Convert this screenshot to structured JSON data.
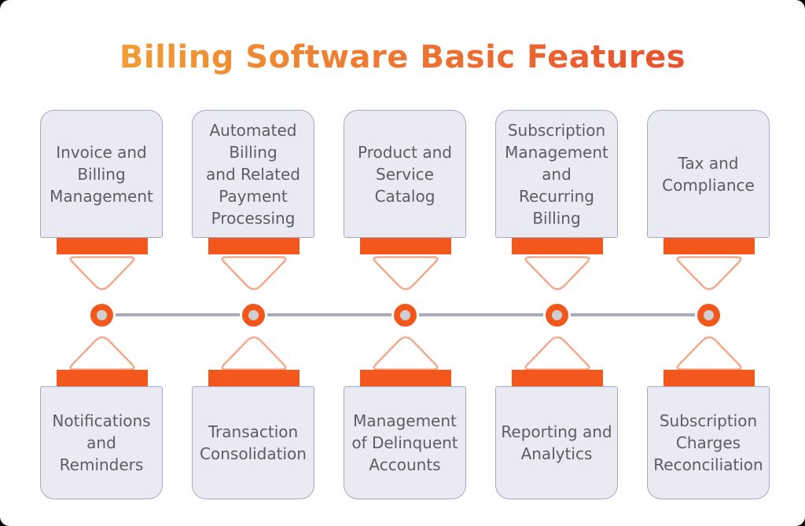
{
  "title": {
    "text": "Billing Software Basic Features"
  },
  "colors": {
    "title_gradient_from": "#F2A437",
    "title_gradient_to": "#E8512E",
    "accent_orange": "#F4571B",
    "chevron_stroke": "#F3A98B",
    "timeline_line": "#A9ACBC",
    "node_inner_gray": "#CECFD3",
    "box_fill": "#EAEBF2",
    "box_border": "#A5A9C3",
    "box_text": "#5B5D63",
    "canvas_background": "#FFFFFF"
  },
  "timeline": {
    "node_count": 5
  },
  "columns": [
    {
      "top_label": [
        "Invoice and",
        "Billing",
        "Management"
      ],
      "bottom_label": [
        "Notifications",
        "and",
        "Reminders"
      ]
    },
    {
      "top_label": [
        "Automated",
        "Billing",
        "and Related",
        "Payment",
        "Processing"
      ],
      "bottom_label": [
        "Transaction",
        "Consolidation"
      ]
    },
    {
      "top_label": [
        "Product and",
        "Service",
        "Catalog"
      ],
      "bottom_label": [
        "Management",
        "of Delinquent",
        "Accounts"
      ]
    },
    {
      "top_label": [
        "Subscription",
        "Management",
        "and",
        "Recurring",
        "Billing"
      ],
      "bottom_label": [
        "Reporting and",
        "Analytics"
      ]
    },
    {
      "top_label": [
        "Tax and",
        "Compliance"
      ],
      "bottom_label": [
        "Subscription",
        "Charges",
        "Reconciliation"
      ]
    }
  ]
}
